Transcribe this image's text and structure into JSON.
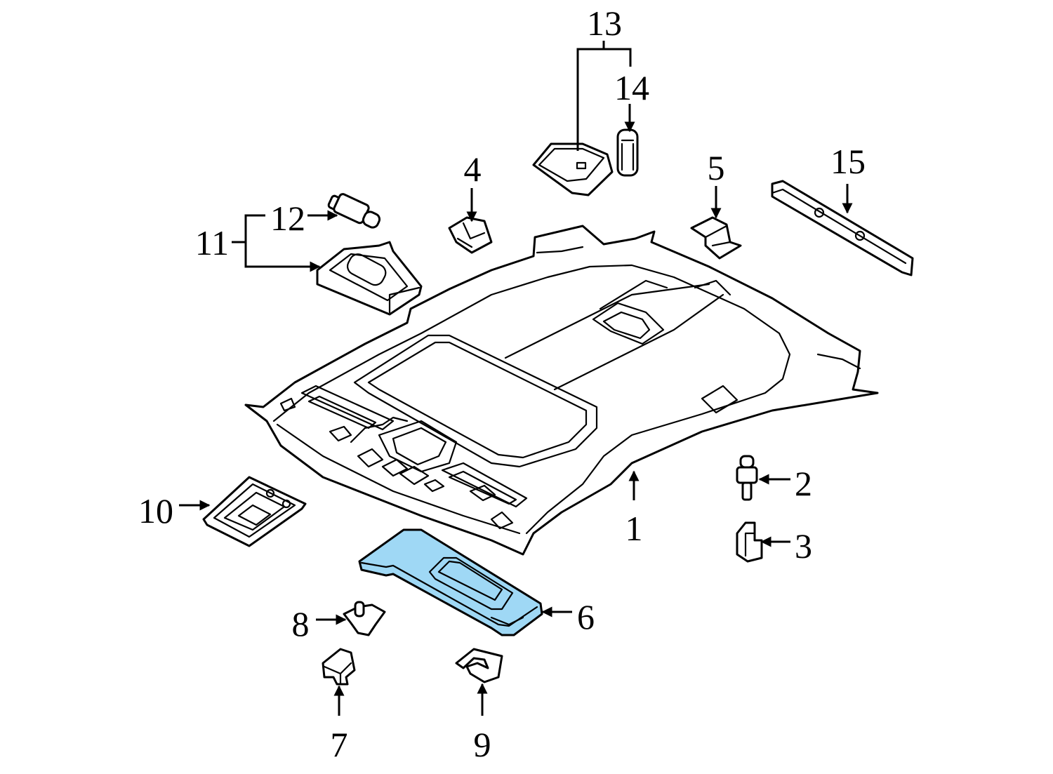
{
  "diagram": {
    "highlight_color": "#9fd8f5",
    "line_color": "#000000",
    "background": "#ffffff"
  },
  "callouts": {
    "c1": "1",
    "c2": "2",
    "c3": "3",
    "c4": "4",
    "c5": "5",
    "c6": "6",
    "c7": "7",
    "c8": "8",
    "c9": "9",
    "c10": "10",
    "c11": "11",
    "c12": "12",
    "c13": "13",
    "c14": "14",
    "c15": "15"
  },
  "highlighted_part": "6"
}
